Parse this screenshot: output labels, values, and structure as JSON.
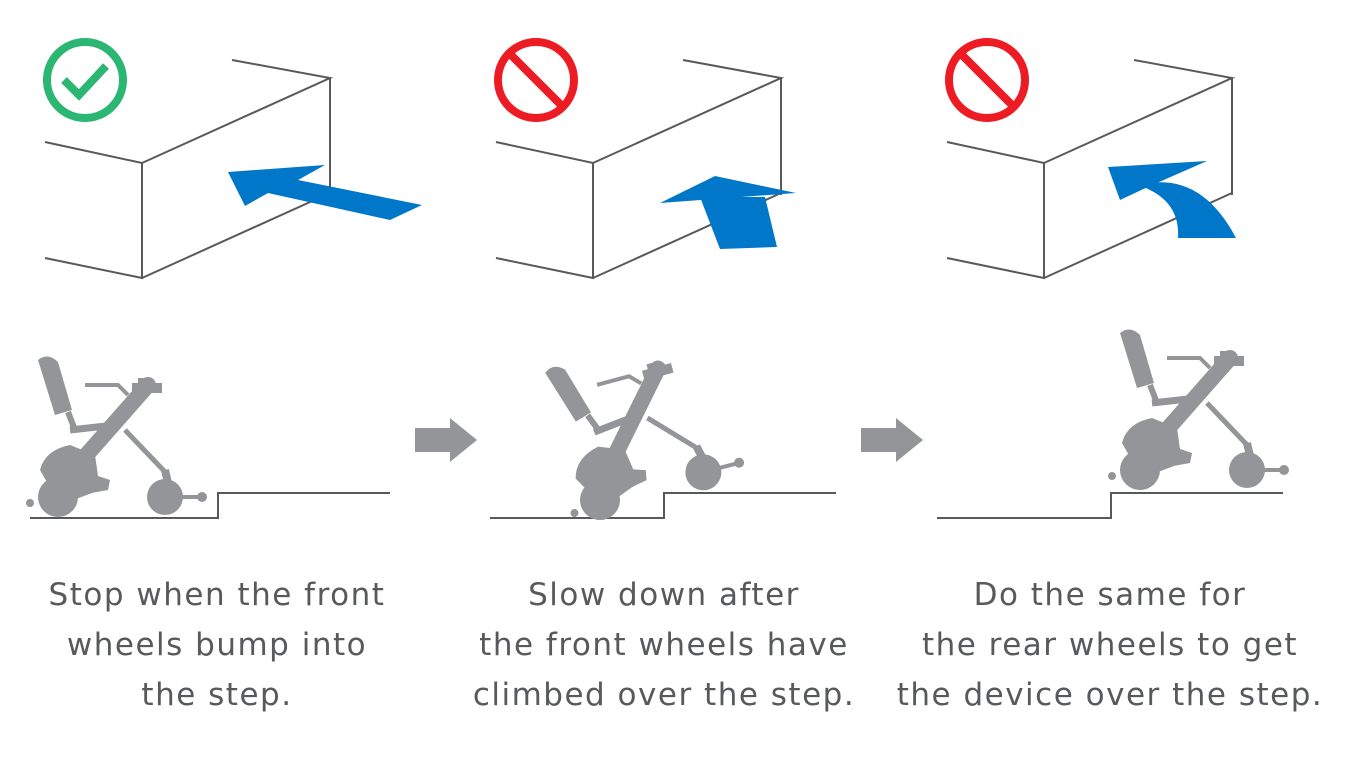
{
  "colors": {
    "ok": "#2bb673",
    "no": "#ed1c24",
    "arrow": "#0077c8",
    "gray": "#939598",
    "line": "#58595b",
    "text": "#58595b"
  },
  "steps": [
    {
      "status_icon": "check-circle-icon",
      "lines": [
        "Stop when the front",
        "wheels bump into",
        "the step."
      ]
    },
    {
      "status_icon": "prohibited-icon",
      "lines": [
        "Slow down after",
        "the front wheels have",
        "climbed over the step."
      ]
    },
    {
      "status_icon": "prohibited-icon",
      "lines": [
        "Do the same for",
        "the rear wheels to get",
        "the device over the step."
      ]
    }
  ]
}
